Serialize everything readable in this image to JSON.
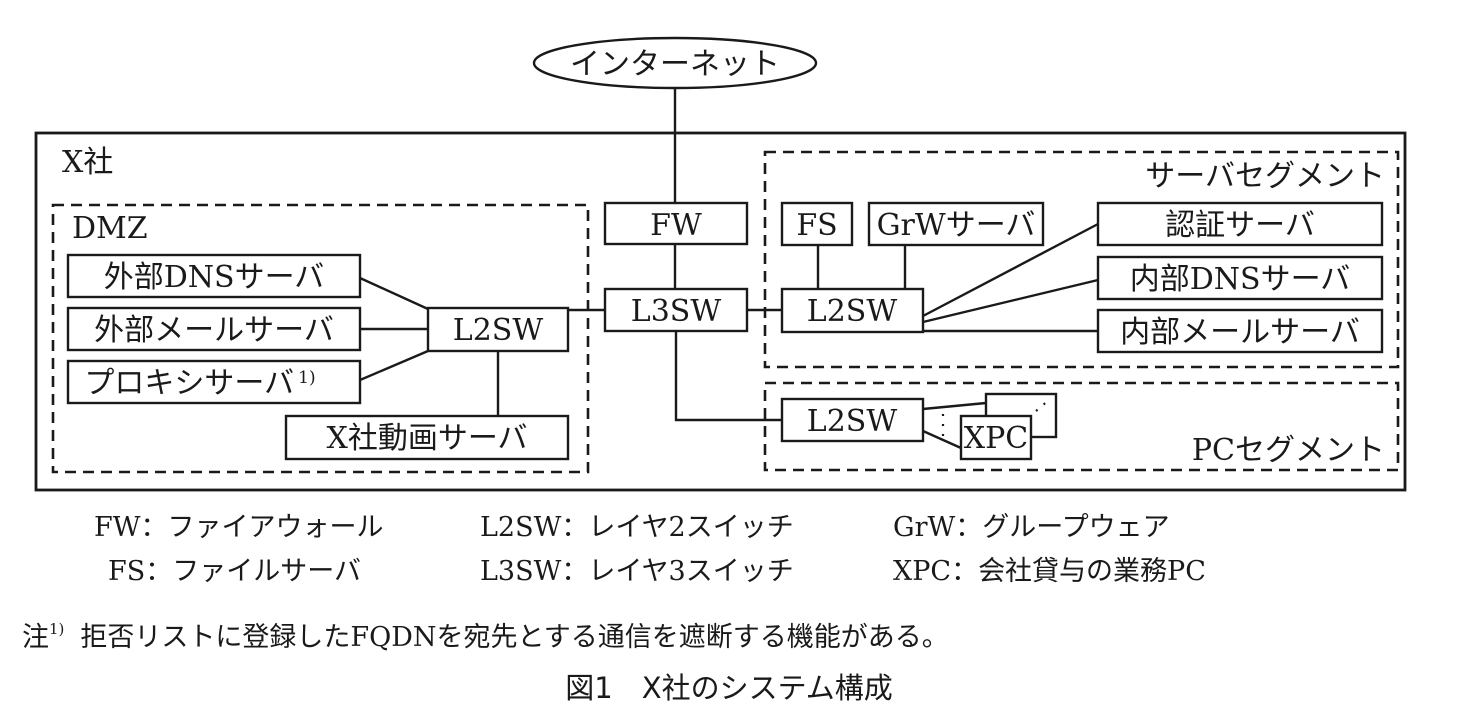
{
  "figure": {
    "caption": "図1　X社のシステム構成",
    "internet_label": "インターネット",
    "company_label": "X社",
    "zones": {
      "dmz": "DMZ",
      "server_segment": "サーバセグメント",
      "pc_segment": "PCセグメント"
    },
    "nodes": {
      "fw": "FW",
      "l3sw": "L3SW",
      "dmz_l2sw": "L2SW",
      "ext_dns": "外部DNSサーバ",
      "ext_mail": "外部メールサーバ",
      "proxy": "プロキシサーバ",
      "proxy_note_mark": "1)",
      "video": "X社動画サーバ",
      "fs": "FS",
      "grw": "GrWサーバ",
      "auth": "認証サーバ",
      "int_dns": "内部DNSサーバ",
      "int_mail": "内部メールサーバ",
      "srv_l2sw": "L2SW",
      "pc_l2sw": "L2SW",
      "xpc": "XPC"
    }
  },
  "legend": [
    [
      {
        "abbr": "FW",
        "desc": "ファイアウォール"
      },
      {
        "abbr": "L2SW",
        "desc": "レイヤ2スイッチ"
      },
      {
        "abbr": "GrW",
        "desc": "グループウェア"
      }
    ],
    [
      {
        "abbr": "FS",
        "desc": "ファイルサーバ"
      },
      {
        "abbr": "L3SW",
        "desc": "レイヤ3スイッチ"
      },
      {
        "abbr": "XPC",
        "desc": "会社貸与の業務PC"
      }
    ]
  ],
  "legend_separator": "：",
  "note": {
    "prefix": "注",
    "mark": "1)",
    "text": "拒否リストに登録したFQDNを宛先とする通信を遮断する機能がある。"
  }
}
